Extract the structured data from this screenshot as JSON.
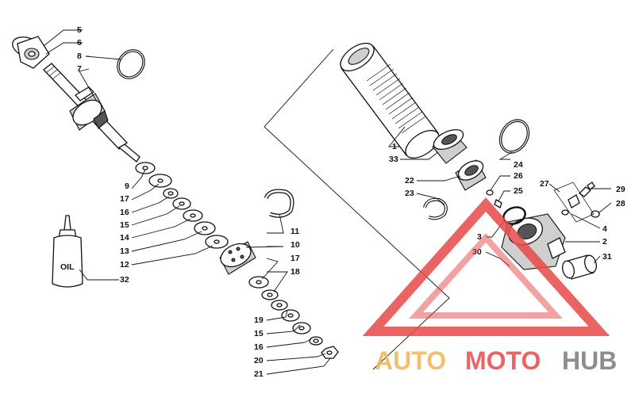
{
  "callouts": [
    "5",
    "6",
    "8",
    "7",
    "9",
    "17",
    "16",
    "15",
    "14",
    "13",
    "12",
    "32",
    "11",
    "10",
    "17",
    "18",
    "19",
    "15",
    "16",
    "20",
    "21",
    "1",
    "33",
    "24",
    "22",
    "26",
    "23",
    "25",
    "27",
    "29",
    "28",
    "4",
    "3",
    "2",
    "30",
    "31"
  ],
  "bottle_label": "OIL",
  "watermark": {
    "part1": "AUTO",
    "part2": "MOTO",
    "part3": "HUB",
    "color_orange": "#f0b455",
    "color_red": "#e84a4a",
    "color_gray": "#7a7a7a"
  }
}
